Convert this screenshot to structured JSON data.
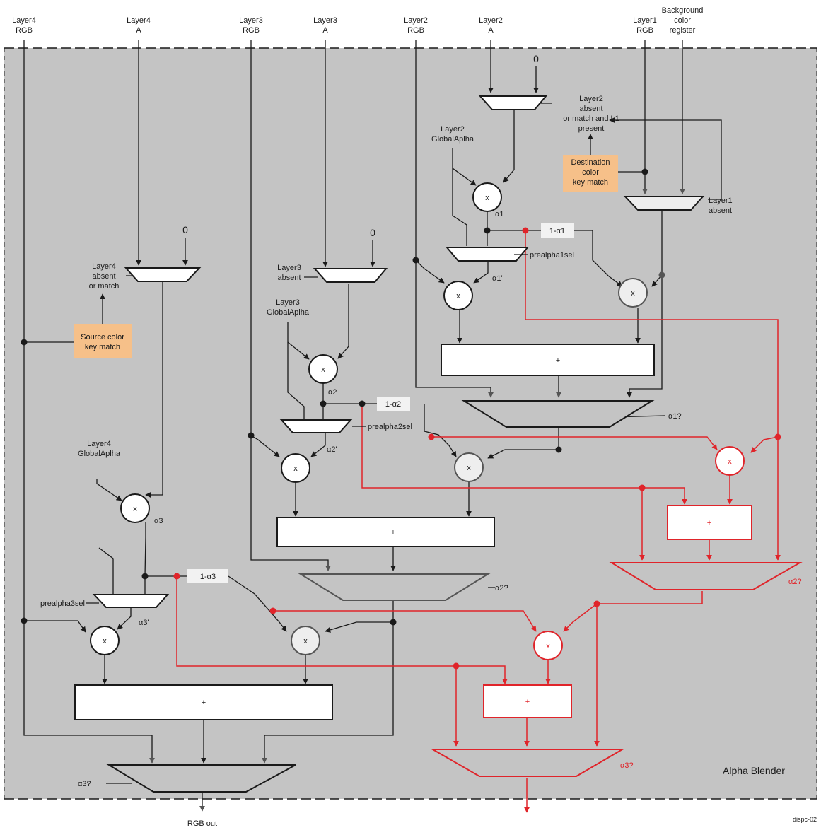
{
  "inputs": {
    "l4rgb": [
      "Layer4",
      "RGB"
    ],
    "l4a": [
      "Layer4",
      "A"
    ],
    "l3rgb": [
      "Layer3",
      "RGB"
    ],
    "l3a": [
      "Layer3",
      "A"
    ],
    "l2rgb": [
      "Layer2",
      "RGB"
    ],
    "l2a": [
      "Layer2",
      "A"
    ],
    "l1rgb": [
      "Layer1",
      "RGB"
    ],
    "bg": [
      "Background",
      "color",
      "register"
    ]
  },
  "zero": "0",
  "mux_labels": {
    "l2_absent": [
      "Layer2",
      "absent",
      "or match and L1",
      "present"
    ],
    "l1_absent": [
      "Layer1",
      "absent"
    ],
    "l3_absent": [
      "Layer3",
      "absent"
    ],
    "l4_absent": [
      "Layer4",
      "absent",
      "or match"
    ]
  },
  "global_alpha": {
    "l2": [
      "Layer2",
      "GlobalAplha"
    ],
    "l3": [
      "Layer3",
      "GlobalAplha"
    ],
    "l4": [
      "Layer4",
      "GlobalAplha"
    ]
  },
  "key_boxes": {
    "dest": [
      "Destination",
      "color",
      "key match"
    ],
    "source": [
      "Source color",
      "key match"
    ]
  },
  "alphas": {
    "a1": "α1",
    "a1p": "α1'",
    "a2": "α2",
    "a2p": "α2'",
    "a3": "α3",
    "a3p": "α3'",
    "one_minus_a1": "1-α1",
    "one_minus_a2": "1-α2",
    "one_minus_a3": "1-α3",
    "a1q": "α1?",
    "a2q": "α2?",
    "a3q": "α3?"
  },
  "sel": {
    "p1": "prealpha1sel",
    "p2": "prealpha2sel",
    "p3": "prealpha3sel"
  },
  "symbols": {
    "mult": "x",
    "plus": "+"
  },
  "footer": {
    "rgb_out": "RGB out",
    "block_title": "Alpha Blender",
    "figure_id": "dispc-02"
  },
  "colors": {
    "panel": "#c4c4c4",
    "key_box": "#f6c089",
    "red": "#e0242a"
  }
}
